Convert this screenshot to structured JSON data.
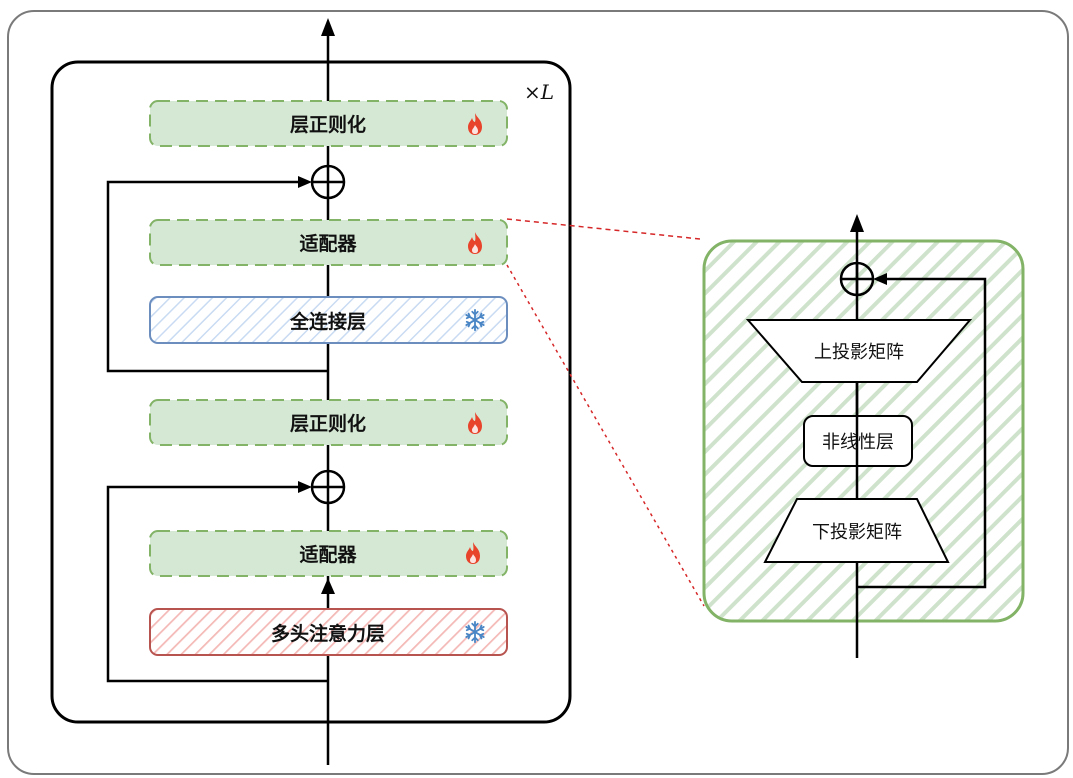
{
  "diagram": {
    "repeat_label": "×L",
    "left_stack": {
      "blocks": [
        {
          "label": "层正则化",
          "status_icon": "fire-icon",
          "state": "trainable",
          "style": "green-dashed"
        },
        {
          "label": "适配器",
          "status_icon": "fire-icon",
          "state": "trainable",
          "style": "green-dashed"
        },
        {
          "label": "全连接层",
          "status_icon": "snowflake-icon",
          "state": "frozen",
          "style": "blue-hatched"
        },
        {
          "label": "层正则化",
          "status_icon": "fire-icon",
          "state": "trainable",
          "style": "green-dashed"
        },
        {
          "label": "适配器",
          "status_icon": "fire-icon",
          "state": "trainable",
          "style": "green-dashed"
        },
        {
          "label": "多头注意力层",
          "status_icon": "snowflake-icon",
          "state": "frozen",
          "style": "red-hatched"
        }
      ],
      "operators": [
        "add-circle",
        "add-circle"
      ]
    },
    "adapter_detail": {
      "up_projection": "上投影矩阵",
      "nonlinearity": "非线性层",
      "down_projection": "下投影矩阵",
      "operator": "add-circle"
    },
    "colors": {
      "green_fill": "#d5e8d4",
      "green_stroke": "#82b366",
      "blue_stroke": "#6c8ebf",
      "blue_hatch": "#dae8fc",
      "red_stroke": "#b85450",
      "red_hatch": "#f8cecc",
      "fire": "#e8432b",
      "snowflake": "#4a86c5",
      "connector": "#d62728"
    }
  }
}
